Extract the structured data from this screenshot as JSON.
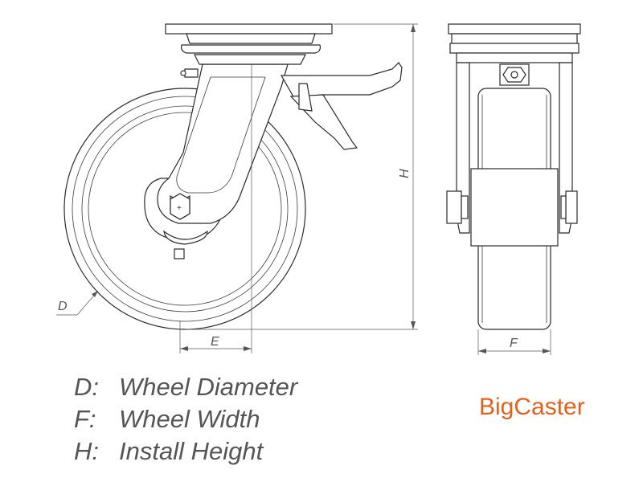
{
  "dimension_labels": {
    "d": "D",
    "e": "E",
    "f": "F",
    "h": "H"
  },
  "legend": [
    {
      "key": "D:",
      "text": "Wheel Diameter"
    },
    {
      "key": "F:",
      "text": "Wheel Width"
    },
    {
      "key": "H:",
      "text": "Install Height"
    }
  ],
  "brand": "BigCaster",
  "colors": {
    "brand": "#e2611d",
    "legend_text": "#555555",
    "drawing_lines": "#2a2a2a"
  }
}
